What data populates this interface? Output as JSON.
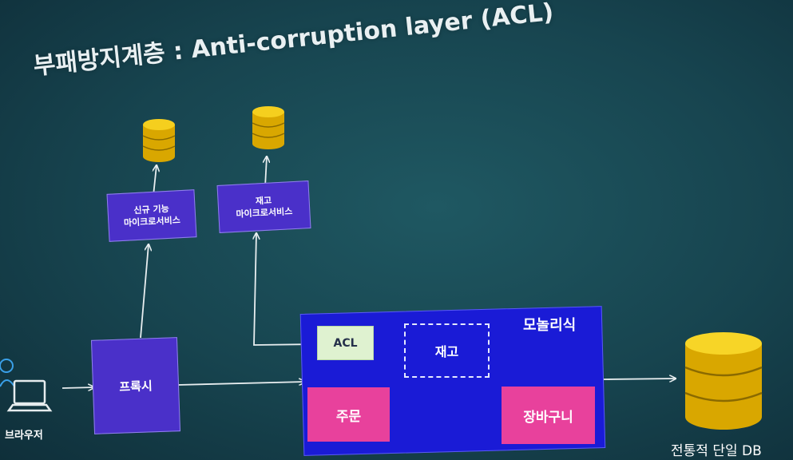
{
  "slide": {
    "title": "부패방지계층 : Anti-corruption layer (ACL)"
  },
  "nodes": {
    "new_feature_service": "신규 기능\n마이크로서비스",
    "inventory_service": "재고\n마이크로서비스",
    "proxy": "프록시",
    "monolith": "모놀리식",
    "acl": "ACL",
    "inventory": "재고",
    "order": "주문",
    "cart": "장바구니",
    "legacy_db": "전통적 단일 DB",
    "browser": "브라우저"
  },
  "colors": {
    "microservice_fill": "#4a30c9",
    "monolith_fill": "#1a1bd6",
    "module_fill": "#e8419c",
    "acl_fill": "#dff2d0",
    "database_fill": "#f2c200",
    "background": "#17444f"
  },
  "icons": [
    "database-icon",
    "laptop-icon",
    "user-icon"
  ]
}
